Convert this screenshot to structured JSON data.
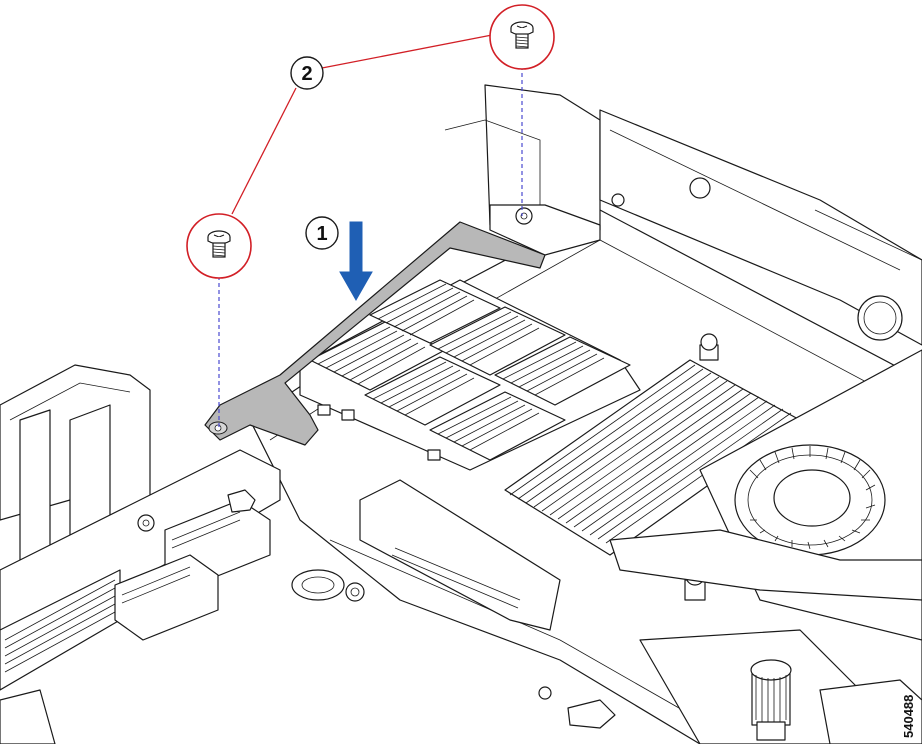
{
  "callouts": {
    "step_1": "1",
    "step_2": "2"
  },
  "figure_id": "540488",
  "colors": {
    "bracket_fill": "#b8b8b8",
    "arrow": "#1f5fb4",
    "screw_circle": "#d21f26",
    "leader_line": "#d21f26",
    "screw_axis": "#4a4ad0",
    "line_art": "#1a1a1a"
  },
  "icons": {
    "arrow": "down-arrow-icon",
    "screw": "screw-icon"
  }
}
